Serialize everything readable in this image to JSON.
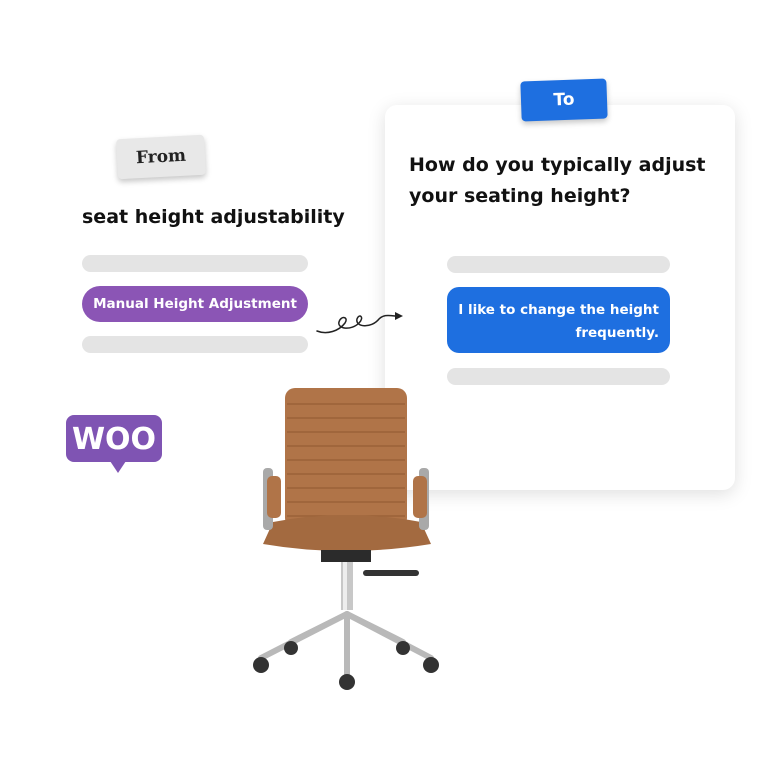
{
  "from_tag": "From",
  "to_tag": "To",
  "from_title": "seat height adjustability",
  "to_title": "How do you typically adjust your seating height?",
  "from_option": "Manual Height Adjustment",
  "to_answer": "I like to change the height frequently.",
  "logo_text": "WOO",
  "colors": {
    "purple": "#8b55b5",
    "blue": "#1e6fe0",
    "woo_purple": "#7f54b3",
    "chair_brown": "#b07448"
  },
  "icons": [
    "squiggle-arrow-icon",
    "woocommerce-logo",
    "office-chair-image"
  ]
}
